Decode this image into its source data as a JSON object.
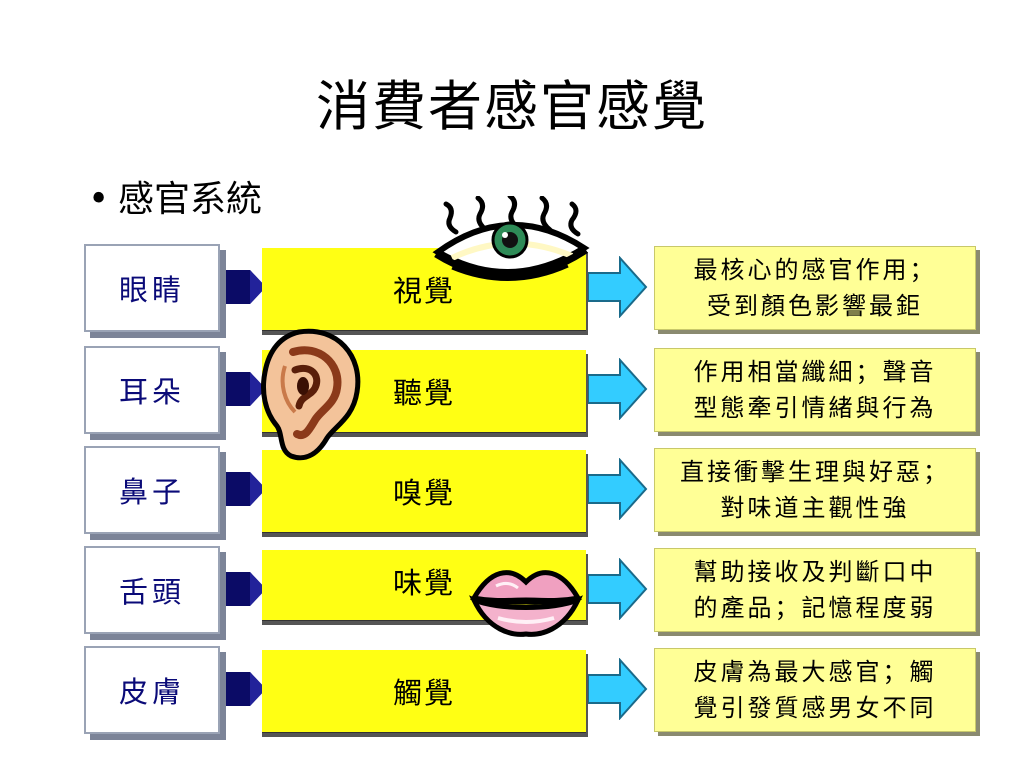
{
  "slide": {
    "title": "消費者感官感覺",
    "bullet_mark": "•",
    "bullet": "感官系統"
  },
  "rows": [
    {
      "organ": "眼睛",
      "sense": "視覺",
      "desc_line1": "最核心的感官作用；",
      "desc_line2": "受到顏色影響最鉅"
    },
    {
      "organ": "耳朵",
      "sense": "聽覺",
      "desc_line1": "作用相當纖細；聲音",
      "desc_line2": "型態牽引情緒與行為"
    },
    {
      "organ": "鼻子",
      "sense": "嗅覺",
      "desc_line1": "直接衝擊生理與好惡；",
      "desc_line2": "對味道主觀性強"
    },
    {
      "organ": "舌頭",
      "sense": "味覺",
      "desc_line1": "幫助接收及判斷口中",
      "desc_line2": "的產品；記憶程度弱"
    },
    {
      "organ": "皮膚",
      "sense": "觸覺",
      "desc_line1": "皮膚為最大感官；觸",
      "desc_line2": "覺引發質感男女不同"
    }
  ],
  "icons": {
    "eye": "eye-clipart-icon",
    "ear": "ear-clipart-icon",
    "lips": "lips-clipart-icon",
    "dark_arrow": "navy-chevron-arrow-icon",
    "blue_arrow": "cyan-block-arrow-icon"
  },
  "colors": {
    "sense_fill": "#ffff14",
    "desc_fill": "#ffff96",
    "organ_text": "#0a0a78",
    "dark_arrow": "#0b0b66",
    "blue_arrow": "#33ccff"
  }
}
